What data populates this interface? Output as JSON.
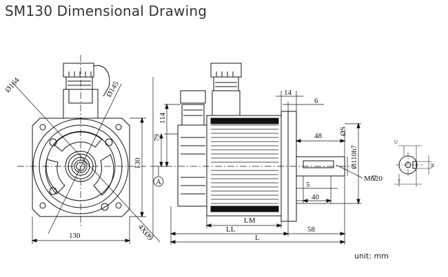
{
  "title": "SM130 Dimensional Drawing",
  "unit_note": "unit: mm",
  "labels": {
    "dia164": "Ø164",
    "dia145": "Ø145",
    "holes": "4XØ9",
    "width130": "130",
    "height130": "130",
    "h114": "114",
    "h79": "79",
    "datum": "A",
    "d14": "14",
    "d6": "6",
    "d48": "48",
    "diaS": "ØS",
    "dia110": "Ø110h7",
    "d5": "5",
    "d40": "40",
    "thread": "M6",
    "thread_depth": "20",
    "LM": "LM",
    "LL": "LL",
    "d58": "58",
    "L": "L",
    "U": "U",
    "T": "T",
    "W": "W"
  },
  "colors": {
    "line": "#111111",
    "title": "#333333"
  }
}
